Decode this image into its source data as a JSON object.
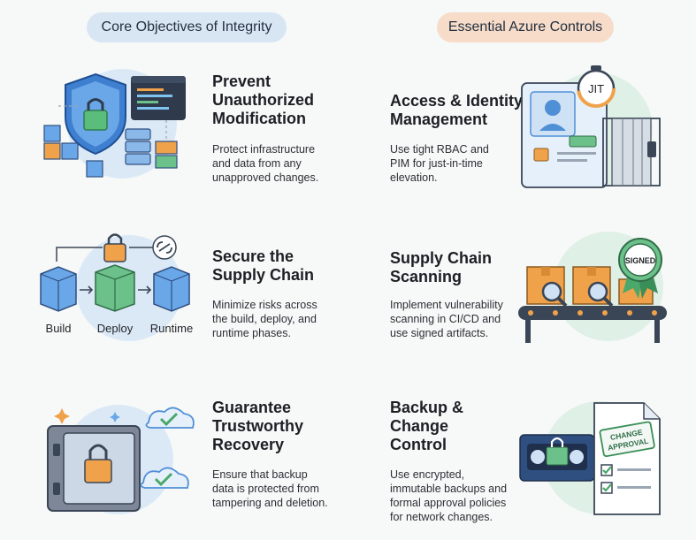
{
  "headers": {
    "left": "Core Objectives of Integrity",
    "right": "Essential Azure Controls"
  },
  "objectives": [
    {
      "title_lines": [
        "Prevent",
        "Unauthorized",
        "Modification"
      ],
      "desc_lines": [
        "Protect infrastructure",
        "and data from any",
        "unapproved changes."
      ],
      "icon": "shield-lock-servers-icon"
    },
    {
      "title_lines": [
        "Secure the",
        "Supply Chain"
      ],
      "desc_lines": [
        "Minimize risks across",
        "the build, deploy, and",
        "runtime phases."
      ],
      "icon": "pipeline-boxes-icon",
      "stages": [
        "Build",
        "Deploy",
        "Runtime"
      ]
    },
    {
      "title_lines": [
        "Guarantee",
        "Trustworthy",
        "Recovery"
      ],
      "desc_lines": [
        "Ensure that backup",
        "data is protected from",
        "tampering and deletion."
      ],
      "icon": "vault-cloud-icon"
    }
  ],
  "controls": [
    {
      "title_lines": [
        "Access & Identity",
        "Management"
      ],
      "desc_lines": [
        "Use tight RBAC and",
        "PIM for just-in-time",
        "elevation."
      ],
      "icon": "id-card-gate-timer-icon",
      "timer_label": "JIT"
    },
    {
      "title_lines": [
        "Supply Chain",
        "Scanning"
      ],
      "desc_lines": [
        "Implement vulnerability",
        "scanning in CI/CD and",
        "use signed artifacts."
      ],
      "icon": "conveyor-scan-icon",
      "badge_label": "SIGNED"
    },
    {
      "title_lines": [
        "Backup &",
        "Change",
        "Control"
      ],
      "desc_lines": [
        "Use encrypted,",
        "immutable backups and",
        "formal approval policies",
        "for network changes."
      ],
      "icon": "tape-approval-icon",
      "stamp_lines": [
        "CHANGE",
        "APPROVAL"
      ]
    }
  ],
  "colors": {
    "left_pill": "#d8e6f3",
    "right_pill": "#f6dcc9",
    "blue": "#4f8fd6",
    "orange": "#f0a24a",
    "green": "#6cc08a"
  }
}
